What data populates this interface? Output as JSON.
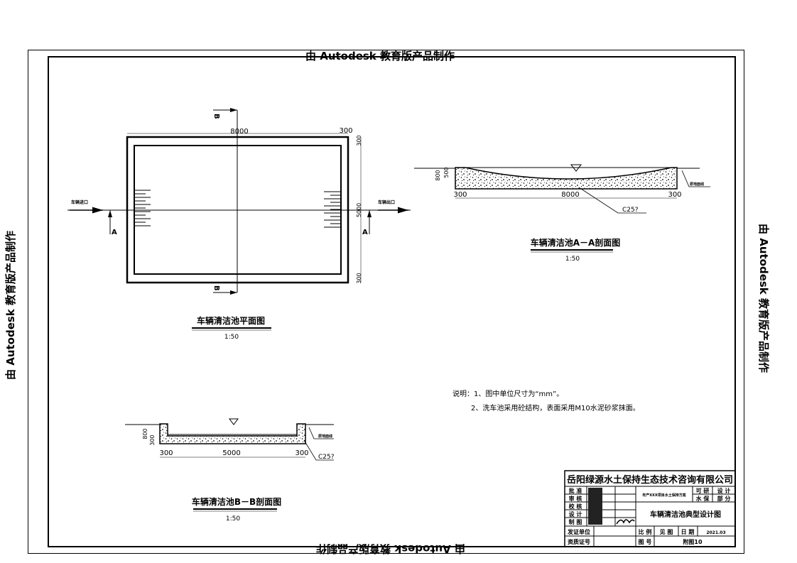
{
  "watermark": "由 Autodesk 教育版产品制作",
  "plan": {
    "title": "车辆清洁池平面图",
    "scale": "1:50",
    "dim_length": "8000",
    "dim_wall": "300",
    "dim_width": "5000",
    "dim_wall_top": "300",
    "dim_wall_bottom": "300",
    "entrance_label": "车辆进口",
    "exit_label": "车辆出口",
    "section_a": "A",
    "section_b": "B"
  },
  "section_aa": {
    "title": "车辆清洁池A－A剖面图",
    "scale": "1:50",
    "dim_left": "300",
    "dim_mid": "8000",
    "dim_right": "300",
    "depth_total": "800",
    "depth_inner": "500",
    "material": "C25?",
    "ground_label": "原地面线"
  },
  "section_bb": {
    "title": "车辆清洁池B－B剖面图",
    "scale": "1:50",
    "dim_left": "300",
    "dim_mid": "5000",
    "dim_right": "300",
    "depth_total": "800",
    "depth_inner": "300",
    "material": "C25?",
    "ground_label": "原地面线"
  },
  "notes": {
    "line1": "说明：1、图中单位尺寸为“mm”。",
    "line2": "2、洗车池采用砼结构，表面采用M10水泥砂浆抹面。"
  },
  "title_block": {
    "company": "岳阳绿源水土保持生态技术咨询有限公司",
    "roles": [
      "批 准",
      "审 核",
      "校 核",
      "设 计",
      "制 图"
    ],
    "project": "年产XXX项目水土保持方案",
    "stage1": "可 研",
    "stage2": "设 计",
    "dept1": "水 保",
    "dept2": "部 分",
    "drawing_title": "车辆清洁池典型设计图",
    "cert_unit": "发证单位",
    "cert_no": "资质证号",
    "scale_label": "比 例",
    "scale_value": "见 图",
    "date_label": "日 期",
    "date_value": "2021.03",
    "drawing_no_label": "图 号",
    "drawing_no": "附图10"
  }
}
